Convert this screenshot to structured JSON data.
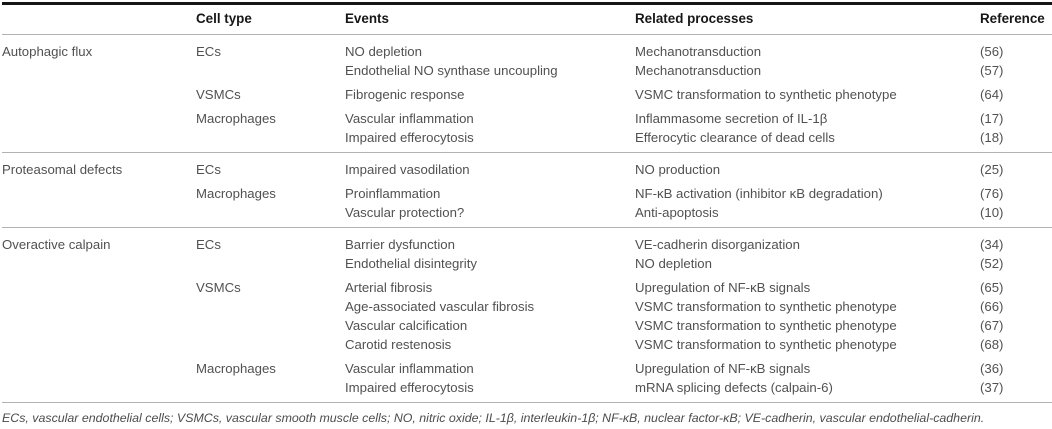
{
  "table": {
    "headers": {
      "group": "",
      "cell_type": "Cell type",
      "events": "Events",
      "processes": "Related processes",
      "reference": "Reference"
    },
    "sections": [
      {
        "label": "Autophagic flux",
        "blocks": [
          {
            "cell_type": "ECs",
            "rows": [
              {
                "event": "NO depletion",
                "process": "Mechanotransduction",
                "ref": "(56)"
              },
              {
                "event": "Endothelial NO synthase uncoupling",
                "process": "Mechanotransduction",
                "ref": "(57)"
              }
            ]
          },
          {
            "cell_type": "VSMCs",
            "rows": [
              {
                "event": "Fibrogenic response",
                "process": "VSMC transformation to synthetic phenotype",
                "ref": "(64)"
              }
            ]
          },
          {
            "cell_type": "Macrophages",
            "rows": [
              {
                "event": "Vascular inflammation",
                "process": "Inflammasome secretion of IL-1β",
                "ref": "(17)"
              },
              {
                "event": "Impaired efferocytosis",
                "process": "Efferocytic clearance of dead cells",
                "ref": "(18)"
              }
            ]
          }
        ]
      },
      {
        "label": "Proteasomal defects",
        "blocks": [
          {
            "cell_type": "ECs",
            "rows": [
              {
                "event": "Impaired vasodilation",
                "process": "NO production",
                "ref": "(25)"
              }
            ]
          },
          {
            "cell_type": "Macrophages",
            "rows": [
              {
                "event": "Proinflammation",
                "process": "NF-κB activation (inhibitor κB degradation)",
                "ref": "(76)"
              },
              {
                "event": "Vascular protection?",
                "process": "Anti-apoptosis",
                "ref": "(10)"
              }
            ]
          }
        ]
      },
      {
        "label": "Overactive calpain",
        "blocks": [
          {
            "cell_type": "ECs",
            "rows": [
              {
                "event": "Barrier dysfunction",
                "process": "VE-cadherin disorganization",
                "ref": "(34)"
              },
              {
                "event": "Endothelial disintegrity",
                "process": "NO depletion",
                "ref": "(52)"
              }
            ]
          },
          {
            "cell_type": "VSMCs",
            "rows": [
              {
                "event": "Arterial fibrosis",
                "process": "Upregulation of NF-κB signals",
                "ref": "(65)"
              },
              {
                "event": "Age-associated vascular fibrosis",
                "process": "VSMC transformation to synthetic phenotype",
                "ref": "(66)"
              },
              {
                "event": "Vascular calcification",
                "process": "VSMC transformation to synthetic phenotype",
                "ref": "(67)"
              },
              {
                "event": "Carotid restenosis",
                "process": "VSMC transformation to synthetic phenotype",
                "ref": "(68)"
              }
            ]
          },
          {
            "cell_type": "Macrophages",
            "rows": [
              {
                "event": "Vascular inflammation",
                "process": "Upregulation of NF-κB signals",
                "ref": "(36)"
              },
              {
                "event": "Impaired efferocytosis",
                "process": "mRNA splicing defects (calpain-6)",
                "ref": "(37)"
              }
            ]
          }
        ]
      }
    ],
    "footnote": "ECs, vascular endothelial cells; VSMCs, vascular smooth muscle cells; NO, nitric oxide; IL-1β, interleukin-1β; NF-κB, nuclear factor-κB; VE-cadherin, vascular endothelial-cadherin.",
    "colors": {
      "top_rule": "#161616",
      "section_rule": "#b2b2b2",
      "header_text": "#171717",
      "body_text": "#515151"
    }
  }
}
